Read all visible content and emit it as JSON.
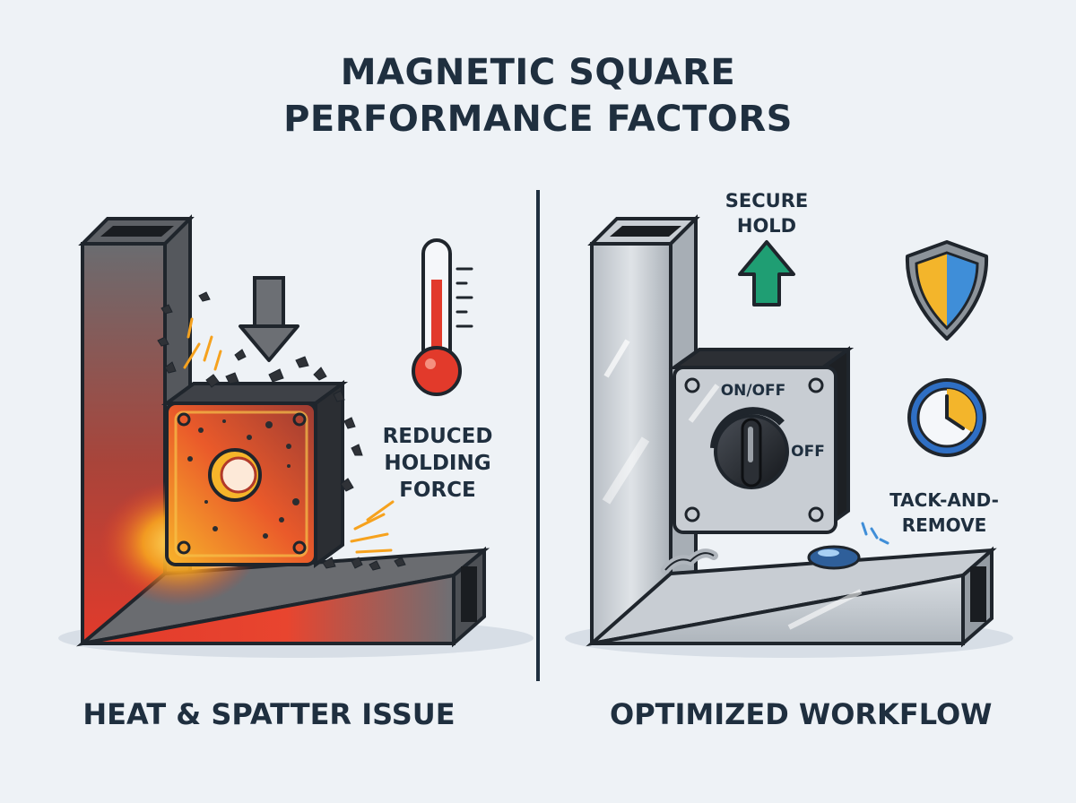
{
  "title": {
    "line1": "MAGNETIC SQUARE",
    "line2": "PERFORMANCE FACTORS"
  },
  "left_panel": {
    "caption": "HEAT & SPATTER ISSUE",
    "label_line1": "REDUCED",
    "label_line2": "HOLDING",
    "label_line3": "FORCE"
  },
  "right_panel": {
    "caption": "OPTIMIZED WORKFLOW",
    "secure_line1": "SECURE",
    "secure_line2": "HOLD",
    "switch_label": "ON/OFF",
    "off_label": "OFF",
    "tack_line1": "TACK-AND-",
    "tack_line2": "REMOVE"
  },
  "colors": {
    "background": "#eef2f6",
    "text": "#1f2f3f",
    "heat_red": "#e23a2b",
    "heat_orange": "#f6a21e",
    "steel": "#c3c9cf",
    "arrow_green": "#1f9e73",
    "shield_yellow": "#f3b52b",
    "shield_blue": "#3f8ed8",
    "clock_blue": "#2f6fc4"
  }
}
